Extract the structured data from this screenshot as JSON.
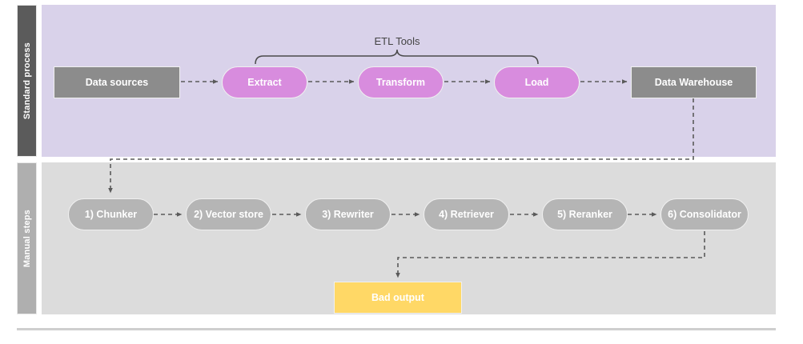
{
  "diagram": {
    "lanes": [
      {
        "id": "standard-process",
        "label": "Standard process",
        "band_color": "#D9D2EA",
        "label_color": "#5B5B5B"
      },
      {
        "id": "manual-steps",
        "label": "Manual steps",
        "band_color": "#DCDCDC",
        "label_color": "#AFAFAF"
      }
    ],
    "annotations": {
      "etl_bracket_label": "ETL Tools"
    },
    "standard_nodes": [
      {
        "id": "data-sources",
        "label": "Data sources",
        "shape": "rect",
        "color": "#8C8C8C"
      },
      {
        "id": "extract",
        "label": "Extract",
        "shape": "pill",
        "color": "#D88CDE"
      },
      {
        "id": "transform",
        "label": "Transform",
        "shape": "pill",
        "color": "#D88CDE"
      },
      {
        "id": "load",
        "label": "Load",
        "shape": "pill",
        "color": "#D88CDE"
      },
      {
        "id": "data-warehouse",
        "label": "Data Warehouse",
        "shape": "rect",
        "color": "#8C8C8C"
      }
    ],
    "manual_nodes": [
      {
        "id": "chunker",
        "label": "1) Chunker",
        "shape": "pill",
        "color": "#B5B5B5"
      },
      {
        "id": "vector-store",
        "label": "2) Vector store",
        "shape": "pill",
        "color": "#B5B5B5"
      },
      {
        "id": "rewriter",
        "label": "3) Rewriter",
        "shape": "pill",
        "color": "#B5B5B5"
      },
      {
        "id": "retriever",
        "label": "4) Retriever",
        "shape": "pill",
        "color": "#B5B5B5"
      },
      {
        "id": "reranker",
        "label": "5) Reranker",
        "shape": "pill",
        "color": "#B5B5B5"
      },
      {
        "id": "consolidator",
        "label": "6) Consolidator",
        "shape": "pill",
        "color": "#B5B5B5"
      }
    ],
    "output_node": {
      "id": "bad-output",
      "label": "Bad output",
      "shape": "rect",
      "color": "#FFD866"
    },
    "edge_color": "#5A5A5A"
  }
}
